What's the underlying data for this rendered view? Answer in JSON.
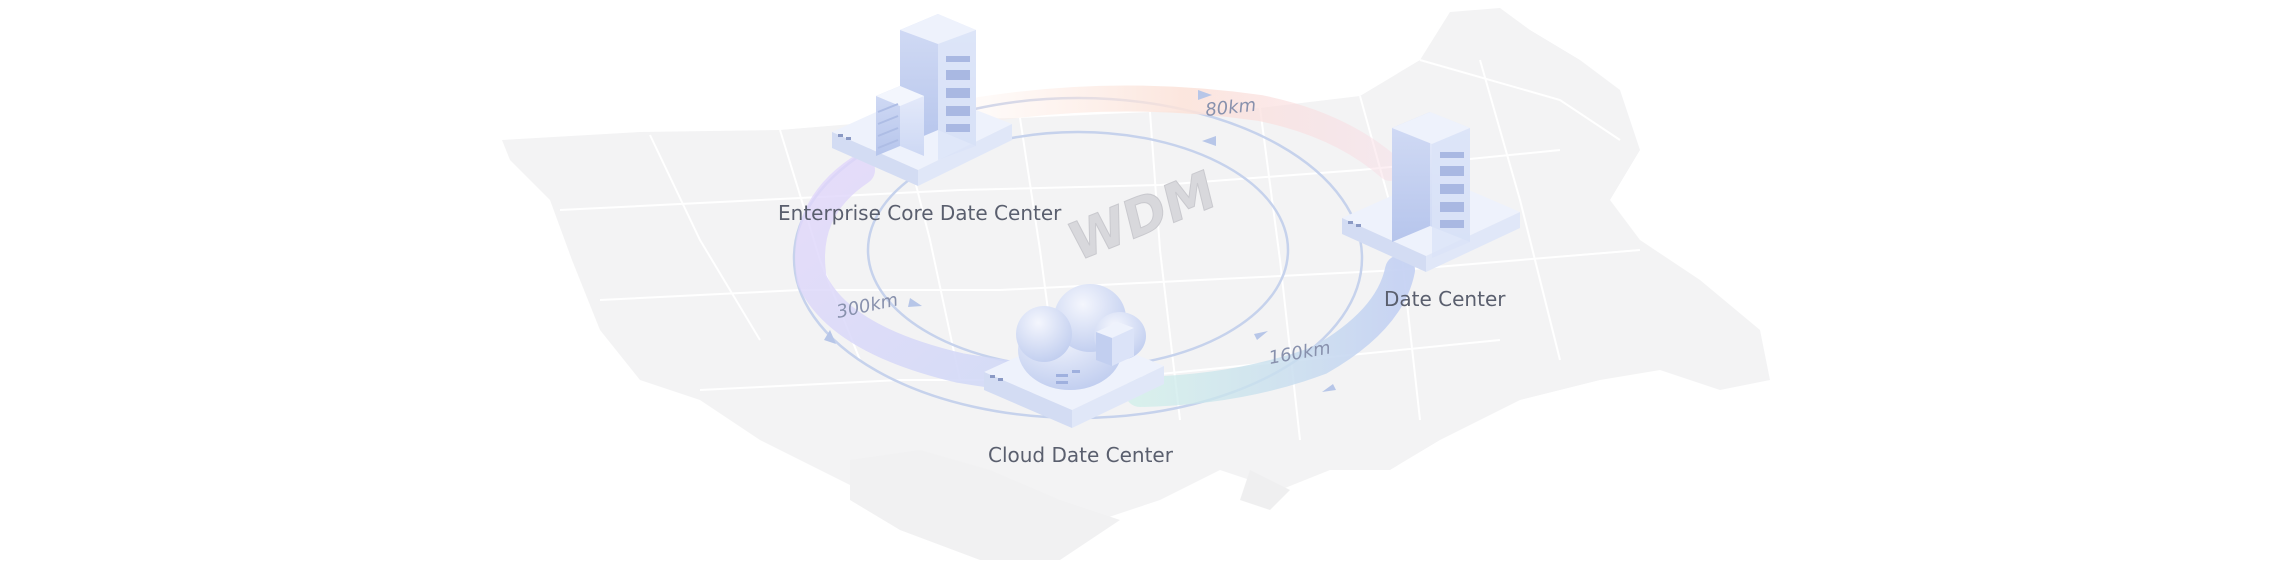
{
  "nodes": {
    "enterprise": {
      "label": "Enterprise Core Date Center",
      "icon": "server-rack-building-icon"
    },
    "datecenter": {
      "label": "Date Center",
      "icon": "server-rack-icon"
    },
    "cloud": {
      "label": "Cloud Date Center",
      "icon": "cloud-server-icon"
    }
  },
  "links": {
    "enterprise_datecenter": {
      "distance": "80km"
    },
    "enterprise_cloud": {
      "distance": "300km"
    },
    "cloud_datecenter": {
      "distance": "160km"
    }
  },
  "center_label": "WDM",
  "colors": {
    "ring_line": "#c3d0ea",
    "platform": "#e8edfa",
    "building": "#c8d5f3",
    "map": "#f2f2f3",
    "band_top": "#fbe2dc",
    "band_left": "#d9cdfa",
    "band_right": "#c9d6f4"
  }
}
